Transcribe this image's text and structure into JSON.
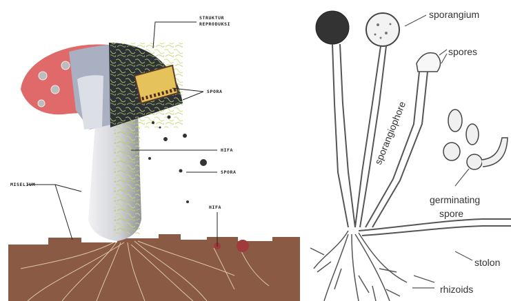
{
  "left_panel": {
    "labels": {
      "struktur_line1": "STRUKTUR",
      "struktur_line2": "REPRODUKSI",
      "spora_top": "SPORA",
      "hifa_mid": "HIFA",
      "spora_mid": "SPORA",
      "miselium": "MISELIUM",
      "hifa_low": "HIFA"
    },
    "colors": {
      "soil": "#8a5a44",
      "cap_red": "#e06a6a",
      "stalk": "#d9d9dd",
      "hypha": "#c8d86a"
    }
  },
  "right_panel": {
    "labels": {
      "sporangium": "sporangium",
      "spores": "spores",
      "sporangiophore": "sporangiophore",
      "germinating_1": "germinating",
      "germinating_2": "spore",
      "stolon": "stolon",
      "rhizoids": "rhizoids"
    },
    "colors": {
      "line": "#555555",
      "text": "#333333"
    }
  }
}
